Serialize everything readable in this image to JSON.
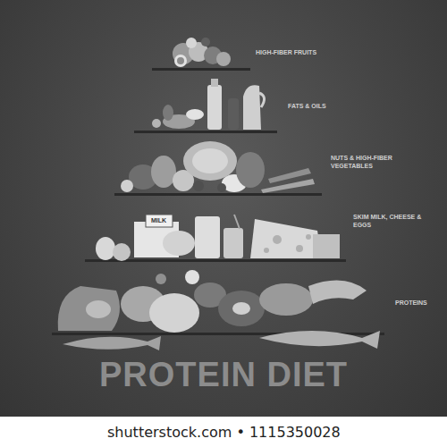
{
  "diagram": {
    "title": "PROTEIN DIET",
    "labels": [
      "HIGH-FIBER FRUITS",
      "FATS & OILS",
      "NUTS & HIGH-FIBER VEGETABLES",
      "SKIM MILK, CHEESE & EGGS",
      "PROTEINS",
      "MILK",
      "shutterstock.com • 1115350028"
    ]
  }
}
